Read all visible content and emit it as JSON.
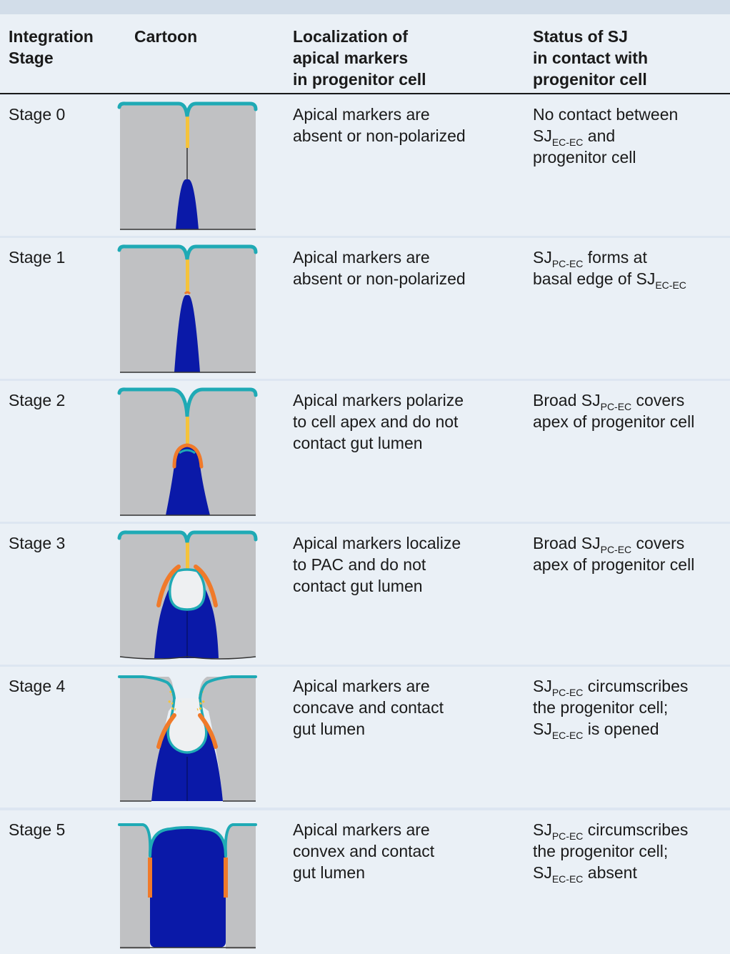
{
  "colors": {
    "cell_gray": "#c0c1c3",
    "progenitor_blue": "#0a19a8",
    "apical_teal": "#1faab5",
    "sj_ec_yellow": "#f5c33b",
    "sj_pc_orange": "#f07a2a",
    "background": "#eaf0f6"
  },
  "headers": {
    "stage": [
      "Integration",
      "Stage"
    ],
    "cartoon": "Cartoon",
    "localization": [
      "Localization of",
      "apical markers",
      "in progenitor cell"
    ],
    "status": [
      "Status of SJ",
      "in contact with",
      "progenitor cell"
    ]
  },
  "rows": [
    {
      "stage": "Stage 0",
      "localization": [
        "Apical markers are",
        "absent or non-polarized"
      ],
      "status": [
        [
          {
            "t": "No contact between"
          }
        ],
        [
          {
            "t": "SJ"
          },
          {
            "s": "EC-EC"
          },
          {
            "t": " and"
          }
        ],
        [
          {
            "t": "progenitor cell"
          }
        ]
      ]
    },
    {
      "stage": "Stage 1",
      "localization": [
        "Apical markers are",
        "absent or non-polarized"
      ],
      "status": [
        [
          {
            "t": "SJ"
          },
          {
            "s": "PC-EC"
          },
          {
            "t": " forms at"
          }
        ],
        [
          {
            "t": "basal edge of SJ"
          },
          {
            "s": "EC-EC"
          }
        ]
      ]
    },
    {
      "stage": "Stage 2",
      "localization": [
        "Apical markers polarize",
        "to cell apex and do not",
        "contact gut lumen"
      ],
      "status": [
        [
          {
            "t": "Broad SJ"
          },
          {
            "s": "PC-EC"
          },
          {
            "t": " covers"
          }
        ],
        [
          {
            "t": "apex of progenitor cell"
          }
        ]
      ]
    },
    {
      "stage": "Stage 3",
      "localization": [
        "Apical markers localize",
        "to PAC and do not",
        "contact gut lumen"
      ],
      "status": [
        [
          {
            "t": "Broad SJ"
          },
          {
            "s": "PC-EC"
          },
          {
            "t": " covers"
          }
        ],
        [
          {
            "t": "apex of progenitor cell"
          }
        ]
      ]
    },
    {
      "stage": "Stage 4",
      "localization": [
        "Apical markers are",
        "concave and contact",
        "gut lumen"
      ],
      "status": [
        [
          {
            "t": "SJ"
          },
          {
            "s": "PC-EC"
          },
          {
            "t": " circumscribes"
          }
        ],
        [
          {
            "t": "the progenitor cell;"
          }
        ],
        [
          {
            "t": "SJ"
          },
          {
            "s": "EC-EC"
          },
          {
            "t": " is opened"
          }
        ]
      ]
    },
    {
      "stage": "Stage 5",
      "localization": [
        "Apical markers are",
        "convex and contact",
        "gut lumen"
      ],
      "status": [
        [
          {
            "t": "SJ"
          },
          {
            "s": "PC-EC"
          },
          {
            "t": " circumscribes"
          }
        ],
        [
          {
            "t": "the progenitor cell;"
          }
        ],
        [
          {
            "t": "SJ"
          },
          {
            "s": "EC-EC"
          },
          {
            "t": " absent"
          }
        ]
      ]
    }
  ]
}
